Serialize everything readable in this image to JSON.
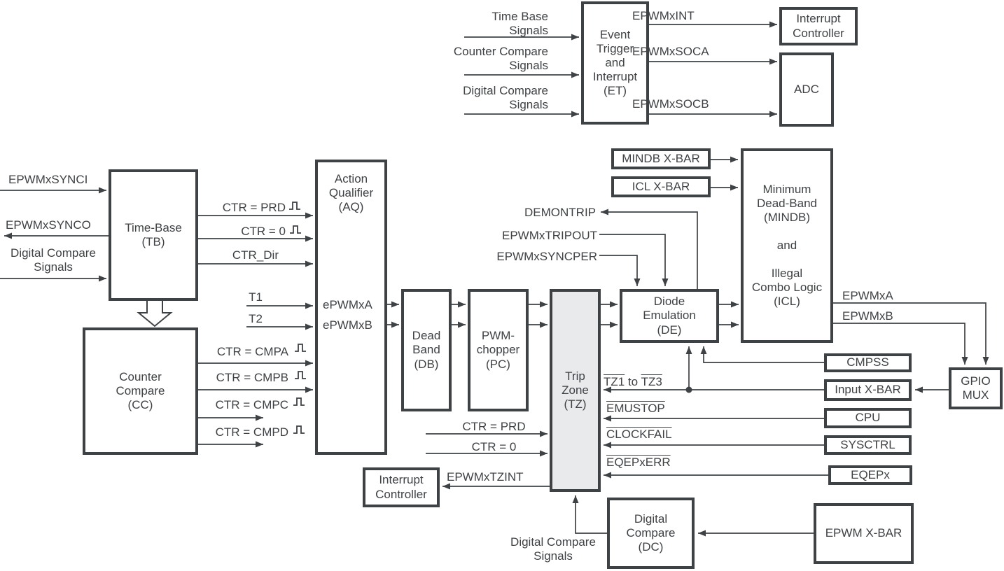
{
  "colors": {
    "line": "#3f4245",
    "text": "#3f4245",
    "tz_fill": "#e8eaec",
    "block_fill": "#ffffff"
  },
  "blocks": {
    "et": {
      "label": "Event\nTrigger\nand\nInterrupt\n(ET)"
    },
    "interrupt_controller_top": {
      "label": "Interrupt\nController"
    },
    "adc": {
      "label": "ADC"
    },
    "tb": {
      "label": "Time-Base\n(TB)"
    },
    "cc": {
      "label": "Counter\nCompare\n(CC)"
    },
    "aq": {
      "label": "Action\nQualifier\n(AQ)",
      "port_a": "ePWMxA",
      "port_b": "ePWMxB"
    },
    "db": {
      "label": "Dead\nBand\n(DB)"
    },
    "pc": {
      "label": "PWM-\nchopper\n(PC)"
    },
    "tz": {
      "label": "Trip\nZone\n(TZ)"
    },
    "de": {
      "label": "Diode\nEmulation\n(DE)"
    },
    "mindb_icl": {
      "label": "Minimum\nDead-Band\n(MINDB)\n\nand\n\nIllegal\nCombo Logic\n(ICL)"
    },
    "mindb_xbar": {
      "label": "MINDB X-BAR"
    },
    "icl_xbar": {
      "label": "ICL X-BAR"
    },
    "interrupt_controller_bottom": {
      "label": "Interrupt\nController"
    },
    "cmpss": {
      "label": "CMPSS"
    },
    "input_xbar": {
      "label": "Input X-BAR"
    },
    "cpu": {
      "label": "CPU"
    },
    "sysctrl": {
      "label": "SYSCTRL"
    },
    "eqepx": {
      "label": "EQEPx"
    },
    "gpio_mux": {
      "label": "GPIO\nMUX"
    },
    "dc": {
      "label": "Digital\nCompare\n(DC)"
    },
    "epwm_xbar": {
      "label": "EPWM X-BAR"
    }
  },
  "signals": {
    "time_base_signals": "Time Base\nSignals",
    "counter_compare_signals": "Counter Compare\nSignals",
    "digital_compare_signals_top": "Digital Compare\nSignals",
    "epwmx_int": "EPWMxINT",
    "epwmx_soca": "EPWMxSOCA",
    "epwmx_socb": "EPWMxSOCB",
    "epwmx_synci": "EPWMxSYNCI",
    "epwmx_synco": "EPWMxSYNCO",
    "digital_compare_signals_left": "Digital Compare\nSignals",
    "ctr_prd": "CTR = PRD",
    "ctr_0": "CTR = 0",
    "ctr_dir": "CTR_Dir",
    "t1": "T1",
    "t2": "T2",
    "ctr_cmpa": "CTR = CMPA",
    "ctr_cmpb": "CTR = CMPB",
    "ctr_cmpc": "CTR = CMPC",
    "ctr_cmpd": "CTR = CMPD",
    "ctr_prd_tz": "CTR = PRD",
    "ctr_0_tz": "CTR = 0",
    "epwmx_tzint": "EPWMxTZINT",
    "demontrip": "DEMONTRIP",
    "epwmx_tripout": "EPWMxTRIPOUT",
    "epwmx_syncper": "EPWMxSYNCPER",
    "tz13": {
      "tz1": "TZ1",
      "to": " to ",
      "tz3": "TZ3"
    },
    "emustop": "EMUSTOP",
    "clockfail": "CLOCKFAIL",
    "eqepx_err": "EQEPxERR",
    "epwmxa_out": "EPWMxA",
    "epwmxb_out": "EPWMxB",
    "digital_compare_signals_bottom": "Digital Compare\nSignals"
  }
}
